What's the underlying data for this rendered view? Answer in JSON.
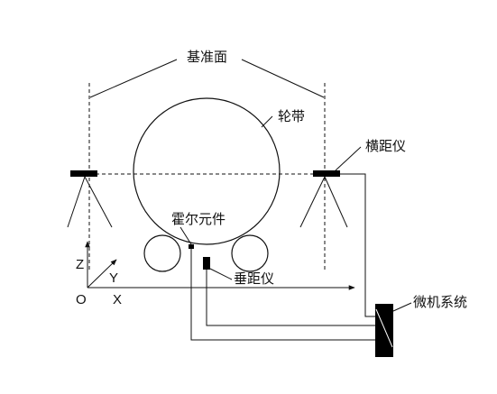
{
  "labels": {
    "reference_plane": "基准面",
    "tire": "轮带",
    "horizontal_rangefinder": "横距仪",
    "hall_element": "霍尔元件",
    "vertical_rangefinder": "垂距仪",
    "microcomputer_system": "微机系统"
  },
  "axes": {
    "z": "Z",
    "y": "Y",
    "x": "X",
    "origin": "O"
  },
  "colors": {
    "line": "#111111",
    "fill": "#000000",
    "background": "#ffffff"
  }
}
